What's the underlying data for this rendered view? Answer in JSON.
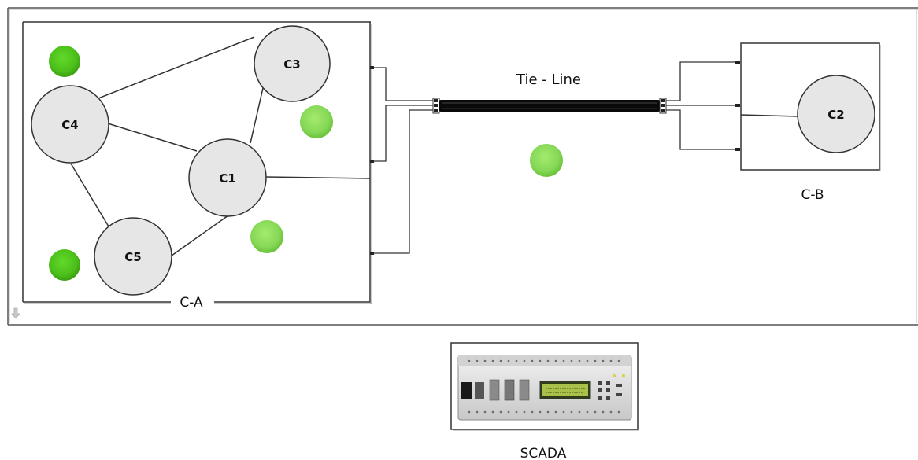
{
  "diagram": {
    "clusters": [
      {
        "id": "C1",
        "label": "C1"
      },
      {
        "id": "C2",
        "label": "C2"
      },
      {
        "id": "C3",
        "label": "C3"
      },
      {
        "id": "C4",
        "label": "C4"
      },
      {
        "id": "C5",
        "label": "C5"
      }
    ],
    "area_a_label": "C-A",
    "area_b_label": "C-B",
    "tie_line_label": "Tie - Line",
    "scada_label": "SCADA",
    "connections": [
      [
        "C4",
        "C3"
      ],
      [
        "C4",
        "C1"
      ],
      [
        "C4",
        "C5"
      ],
      [
        "C3",
        "C1"
      ],
      [
        "C1",
        "C5"
      ],
      [
        "C1",
        "C-A port"
      ],
      [
        "C2",
        "C-B port"
      ]
    ],
    "indicator_colors": {
      "dark": "#4fc31c",
      "light": "#8fde5e"
    }
  }
}
